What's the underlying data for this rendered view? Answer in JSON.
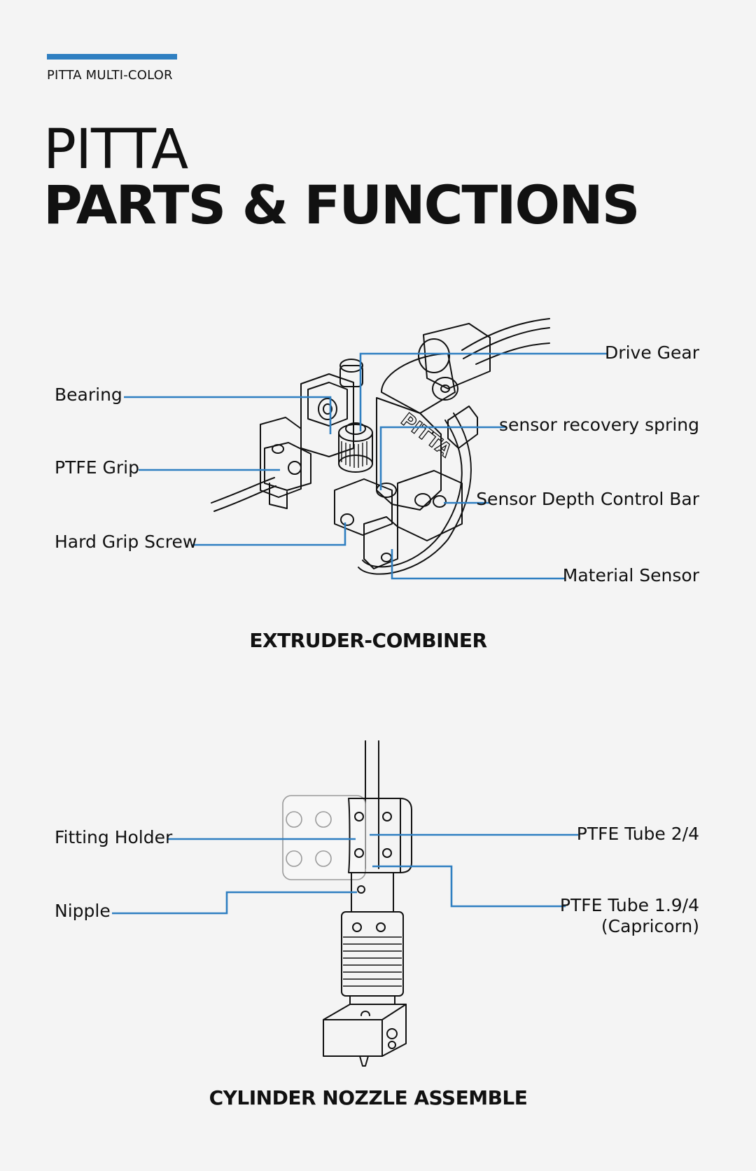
{
  "header": {
    "eyebrow": "PITTA MULTI-COLOR",
    "title_light": "PITTA",
    "title_bold": "PARTS & FUNCTIONS"
  },
  "extruder": {
    "section_title": "EXTRUDER-COMBINER",
    "body_logo": "PITTA",
    "labels": {
      "bearing": "Bearing",
      "ptfe_grip": "PTFE Grip",
      "hard_grip_screw": "Hard Grip Screw",
      "drive_gear": "Drive Gear",
      "sensor_recovery_spring": "sensor recovery spring",
      "sensor_depth_control_bar": "Sensor Depth Control Bar",
      "material_sensor": "Material Sensor"
    }
  },
  "nozzle": {
    "section_title": "CYLINDER NOZZLE ASSEMBLE",
    "labels": {
      "fitting_holder": "Fitting Holder",
      "nipple": "Nipple",
      "ptfe_tube_24": "PTFE Tube 2/4",
      "ptfe_tube_194_line1": "PTFE Tube 1.9/4",
      "ptfe_tube_194_line2": "(Capricorn)"
    }
  },
  "colors": {
    "accent": "#2f7fc1",
    "background": "#f4f4f4",
    "ink": "#111111"
  }
}
